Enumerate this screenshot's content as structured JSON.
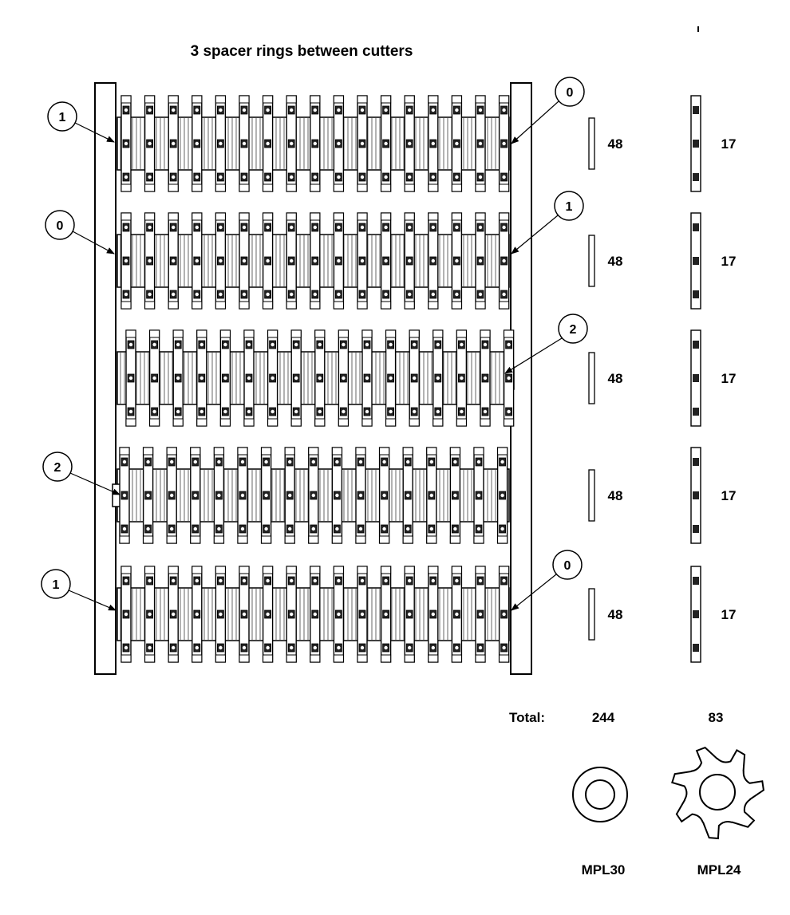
{
  "title": "3 spacer rings between cutters",
  "rows": [
    {
      "left_callout": "1",
      "right_callout": "0",
      "spacer_count": "48",
      "cutter_count": "17"
    },
    {
      "left_callout": "0",
      "right_callout": "1",
      "spacer_count": "48",
      "cutter_count": "17"
    },
    {
      "left_callout": "",
      "right_callout": "2",
      "spacer_count": "48",
      "cutter_count": "17"
    },
    {
      "left_callout": "2",
      "right_callout": "",
      "spacer_count": "48",
      "cutter_count": "17"
    },
    {
      "left_callout": "1",
      "right_callout": "0",
      "spacer_count": "48",
      "cutter_count": "17"
    }
  ],
  "totals": {
    "label": "Total:",
    "spacer_total": "244",
    "cutter_total": "83"
  },
  "parts": {
    "spacer_name": "MPL30",
    "cutter_name": "MPL24"
  },
  "colors": {
    "line": "#000000",
    "background": "#ffffff"
  }
}
